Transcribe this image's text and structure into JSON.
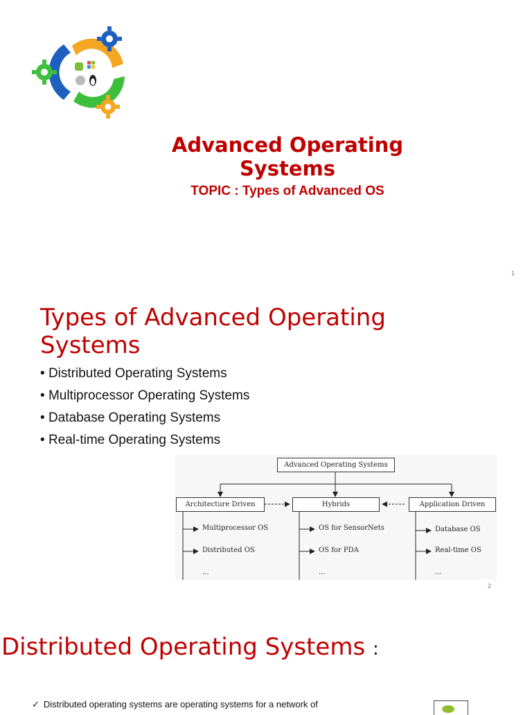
{
  "slide1": {
    "title": "Advanced Operating Systems",
    "topic": "TOPIC : Types of Advanced OS",
    "page_number": "1",
    "logo_icons": [
      "gear-icon",
      "android-icon",
      "windows-icon",
      "apple-icon",
      "linux-icon"
    ]
  },
  "slide2": {
    "title": "Types of Advanced Operating Systems",
    "bullets": [
      "Distributed Operating Systems",
      "Multiprocessor Operating Systems",
      "Database Operating Systems",
      "Real-time Operating Systems"
    ],
    "page_number": "2",
    "diagram": {
      "root": "Advanced Operating Systems",
      "branches": [
        {
          "label": "Architecture Driven",
          "leaves": [
            "Multiprocessor OS",
            "Distributed OS",
            "..."
          ]
        },
        {
          "label": "Hybrids",
          "leaves": [
            "OS for SensorNets",
            "OS for PDA",
            "..."
          ]
        },
        {
          "label": "Application Driven",
          "leaves": [
            "Database OS",
            "Real-time OS",
            "..."
          ]
        }
      ]
    }
  },
  "slide3": {
    "title": "Distributed Operating Systems",
    "title_suffix": ":",
    "body": "Distributed operating systems are operating systems for a network of"
  },
  "colors": {
    "accent": "#c00000"
  }
}
